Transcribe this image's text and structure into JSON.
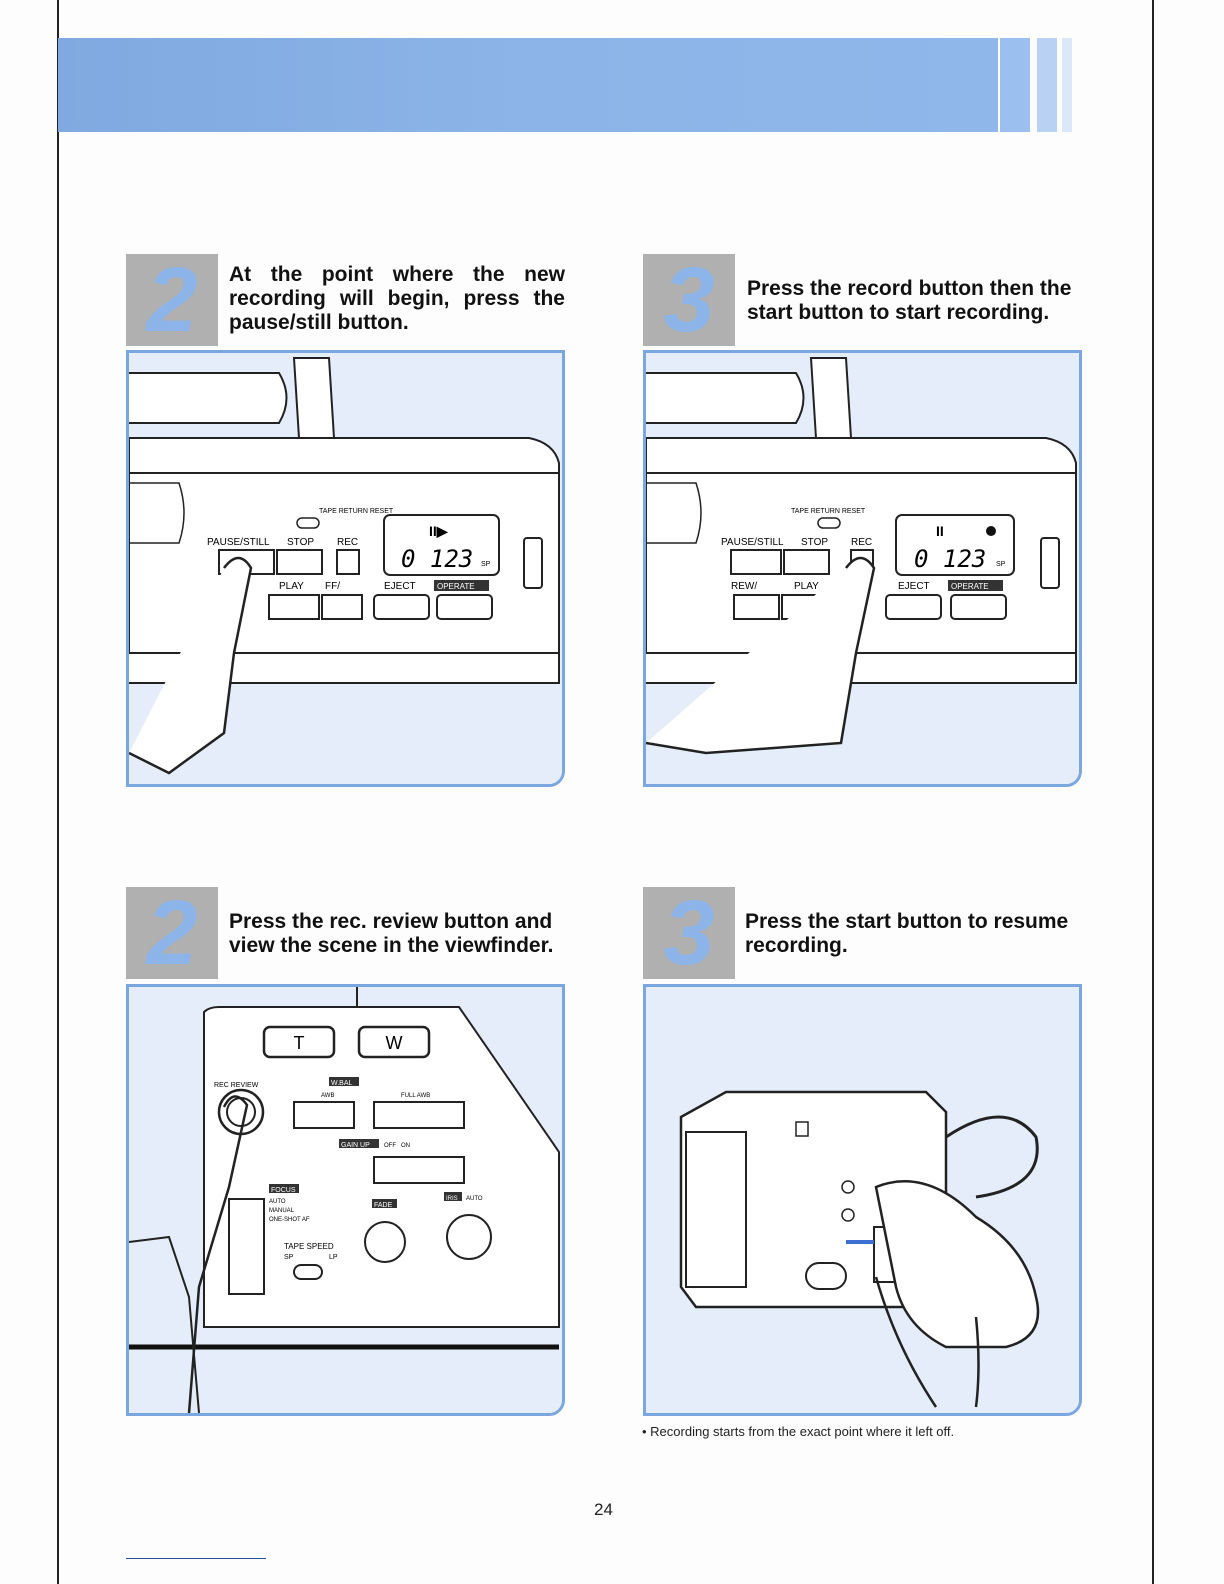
{
  "steps": [
    {
      "number": "2",
      "text": "At the point where the new recording will begin, press the pause/still button."
    },
    {
      "number": "3",
      "text": "Press the record button then the start button to start recording."
    },
    {
      "number": "2",
      "text": "Press the rec. review button and view the scene in the viewfinder."
    },
    {
      "number": "3",
      "text": "Press the start button to resume recording."
    }
  ],
  "panel1": {
    "tape_return_reset": "TAPE RETURN RESET",
    "pause_still": "PAUSE/STILL",
    "stop": "STOP",
    "rec": "REC",
    "play": "PLAY",
    "ff": "FF/",
    "eject": "EJECT",
    "operate": "OPERATE",
    "counter": "0 123",
    "sp": "SP"
  },
  "panel2": {
    "tape_return_reset": "TAPE RETURN RESET",
    "pause_still": "PAUSE/STILL",
    "stop": "STOP",
    "rec": "REC",
    "rew": "REW/",
    "play": "PLAY",
    "eject": "EJECT",
    "operate": "OPERATE",
    "counter": "0 123",
    "sp": "SP"
  },
  "panel3": {
    "t": "T",
    "w": "W",
    "rec_review": "REC REVIEW",
    "w_bal": "W.BAL",
    "awb": "AWB",
    "full_awb": "FULL AWB",
    "gain_up": "GAIN UP",
    "off": "OFF",
    "on": "ON",
    "focus": "FOCUS",
    "auto": "AUTO",
    "manual": "MANUAL",
    "one_shot_af": "ONE-SHOT AF",
    "fade": "FADE",
    "iris": "IRIS",
    "iris_auto": "AUTO",
    "tape_speed": "TAPE SPEED",
    "sp": "SP",
    "lp": "LP"
  },
  "note": "• Recording starts from the exact point where it left off.",
  "page_number": "24",
  "colors": {
    "accent": "#7ba7e0",
    "banner": "#8cb4e8",
    "step_box": "#b0b0b0"
  }
}
